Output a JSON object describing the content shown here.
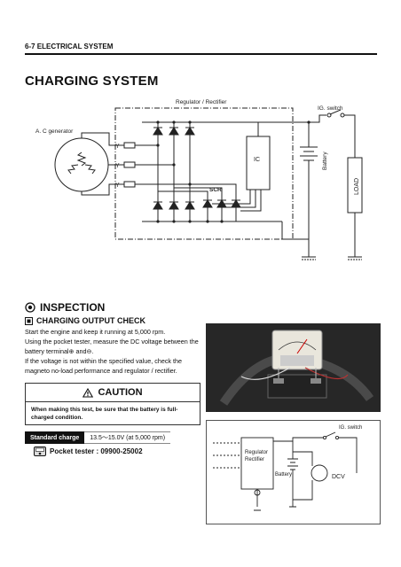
{
  "header": {
    "section": "6-7  ELECTRICAL SYSTEM"
  },
  "page_title": "CHARGING SYSTEM",
  "diagram": {
    "regulator_label": "Regulator / Rectifier",
    "ig_switch_label": "IG. switch",
    "generator_label": "A. C generator",
    "phase_label": "Y",
    "ic_label": "IC",
    "scr_label": "SCR",
    "battery_label": "Battery",
    "load_label": "LOAD"
  },
  "inspection": {
    "heading": "INSPECTION",
    "subheading": "CHARGING OUTPUT CHECK",
    "paragraph_1": "Start the engine and keep it running at 5,000 rpm.",
    "paragraph_2": "Using the pocket tester, measure the DC voltage between the battery terminal⊕ and⊖.",
    "paragraph_3": "If the voltage is not within the specified value, check the magneto no-load performance and regulator / rectifier."
  },
  "caution": {
    "heading": "CAUTION",
    "text": "When making this test, be sure that the battery is full-charged condition."
  },
  "spec": {
    "label": "Standard charge",
    "value": "13.5～15.0V (at 5,000 rpm)"
  },
  "tool": {
    "text": "Pocket tester : 09900-25002"
  },
  "mini_diagram": {
    "ig_switch_label": "IG. switch",
    "regulator_label_1": "Regulator",
    "regulator_label_2": "Rectifier",
    "battery_label": "Battery",
    "meter_label": "DCV"
  }
}
